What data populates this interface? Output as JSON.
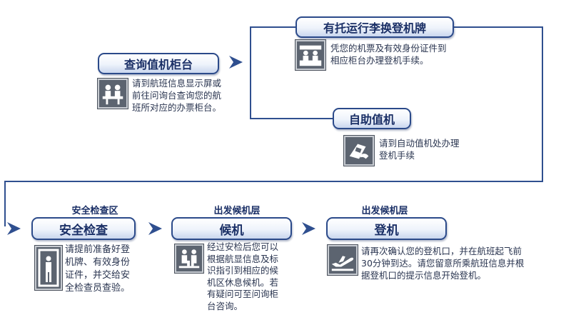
{
  "steps": {
    "check_in_counter": {
      "title": "查询值机柜台",
      "icon": "people-at-counter-icon",
      "desc": [
        "请到航班信息显示屏或",
        "前往问询台查询您的航",
        "班所对应的办票柜台。"
      ]
    },
    "baggage_checkin": {
      "title": "有托运行李换登机牌",
      "icon": "check-in-counter-icon",
      "desc": [
        "凭您的机票及有效身份证件到",
        "相应柜台办理登机手续。"
      ]
    },
    "self_checkin": {
      "title": "自助值机",
      "icon": "self-service-kiosk-icon",
      "desc": [
        "请到自动值机处办理",
        "登机手续"
      ]
    },
    "security": {
      "caption": "安全检查区",
      "title": "安全检查",
      "icon": "security-gate-icon",
      "desc": [
        "请提前准备好登",
        "机牌、有效身份",
        "证件，并交给安",
        "全检查员查验。"
      ]
    },
    "waiting": {
      "caption": "出发候机层",
      "title": "候机",
      "icon": "waiting-seats-icon",
      "desc": [
        "经过安检后您可以",
        "根据航显信息及标",
        "识指引到相应的候",
        "机区休息候机。若",
        "有疑问可至问询柜",
        "台咨询。"
      ]
    },
    "boarding": {
      "caption": "出发候机层",
      "title": "登机",
      "icon": "departing-plane-icon",
      "desc": [
        "请再次确认您的登机口，并在航班起飞前",
        "30分钟到达。请您留意所乘航班信息并根",
        "据登机口的提示信息开始登机。"
      ]
    }
  },
  "colors": {
    "accent": "#2b4a8a",
    "arrow": "#2f4f8f",
    "icon_bg": "#5c6470"
  }
}
